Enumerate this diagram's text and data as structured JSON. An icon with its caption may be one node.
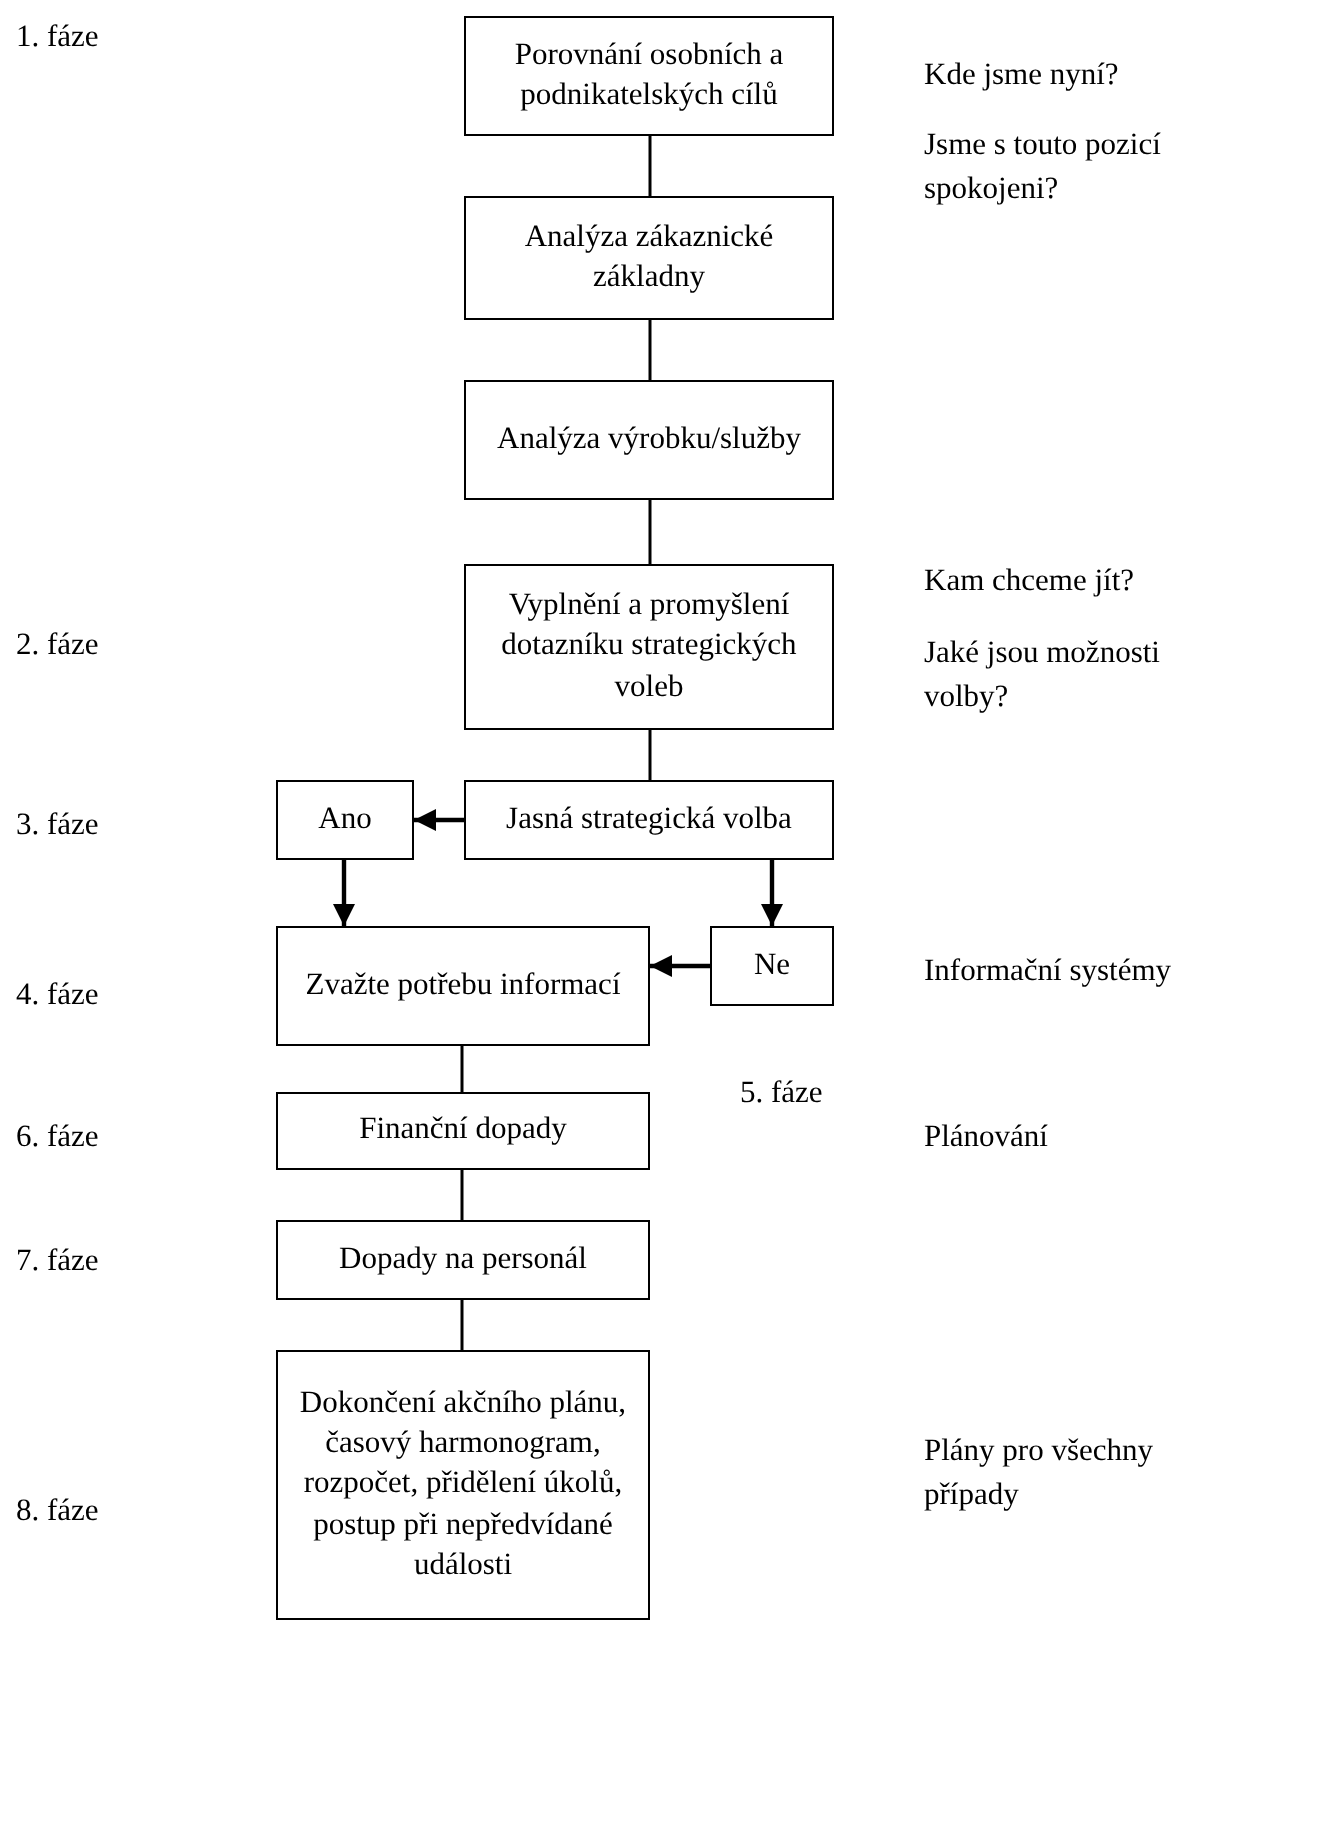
{
  "diagram": {
    "nodes": [
      {
        "text": [
          "Porovnání osobních a podnikatelských cílů"
        ]
      },
      {
        "text": [
          "Analýza zákaznické základny"
        ]
      },
      {
        "text": [
          "Analýza výrobku/služby"
        ]
      },
      {
        "text": [
          "Vyplnění a promyšlení dotazníku strategických voleb"
        ]
      },
      {
        "text": [
          "Jasná strategická volba"
        ]
      },
      {
        "text": [
          "Ano"
        ]
      },
      {
        "text": [
          "Ne"
        ]
      },
      {
        "text": [
          "Zvažte potřebu informací"
        ]
      },
      {
        "text": [
          "Finanční dopady"
        ]
      },
      {
        "text": [
          "Dopady na personál"
        ]
      },
      {
        "text": [
          "Dokončení akčního plánu, časový harmonogram, rozpočet, přidělení úkolů, postup při nepředvídané události"
        ]
      }
    ],
    "edges": [
      {
        "from": 0,
        "to": 1,
        "arrow": "none"
      },
      {
        "from": 1,
        "to": 2,
        "arrow": "none"
      },
      {
        "from": 2,
        "to": 3,
        "arrow": "none"
      },
      {
        "from": 3,
        "to": 4,
        "arrow": "none"
      },
      {
        "from": 4,
        "to": 5,
        "arrow": "to"
      },
      {
        "from": 5,
        "to": 7,
        "arrow": "to"
      },
      {
        "from": 4,
        "to": 6,
        "arrow": "to"
      },
      {
        "from": 6,
        "to": 7,
        "arrow": "to"
      },
      {
        "from": 7,
        "to": 8,
        "arrow": "none"
      },
      {
        "from": 8,
        "to": 9,
        "arrow": "none"
      },
      {
        "from": 9,
        "to": 10,
        "arrow": "none"
      }
    ],
    "labels": [
      "1. fáze",
      "Kde jsme nyní?",
      "Jsme s touto pozicí spokojeni?",
      "Kam chceme jít?",
      "2. fáze",
      "Jaké jsou možnosti volby?",
      "3. fáze",
      "Informační systémy",
      "4. fáze",
      "5. fáze",
      "6. fáze",
      "Plánování",
      "7. fáze",
      "Plány pro všechny případy",
      "8. fáze"
    ]
  }
}
